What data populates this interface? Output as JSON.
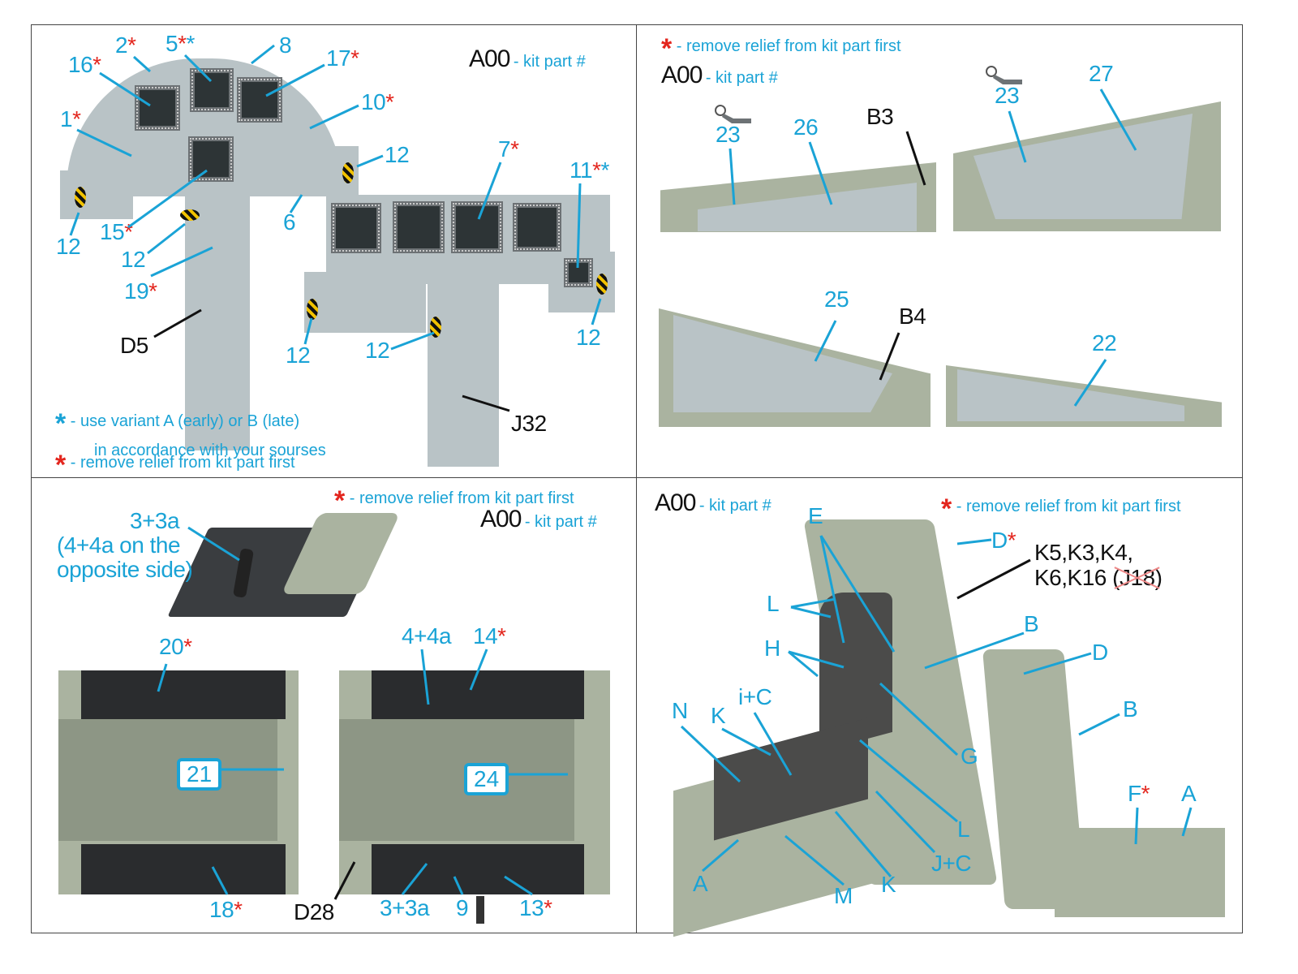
{
  "legend": {
    "kit_code": "A00",
    "kit_desc": "- kit part #",
    "red_star_note": "- remove relief from kit part first",
    "blue_star_note_line1": "- use variant A (early) or B (late)",
    "blue_star_note_line2": "in accordance with your sourses",
    "star": "*"
  },
  "colors": {
    "callout": "#1aa3d6",
    "required_star": "#e3261e",
    "kit_part": "#111111",
    "frame": "#444444"
  },
  "panel_top_left": {
    "labels": [
      {
        "id": "2",
        "text": "2",
        "star": "red"
      },
      {
        "id": "5",
        "text": "5",
        "star": "red+blue"
      },
      {
        "id": "8",
        "text": "8",
        "star": ""
      },
      {
        "id": "16",
        "text": "16",
        "star": "red"
      },
      {
        "id": "17",
        "text": "17",
        "star": "red"
      },
      {
        "id": "10",
        "text": "10",
        "star": "red"
      },
      {
        "id": "1",
        "text": "1",
        "star": "red"
      },
      {
        "id": "12a",
        "text": "12",
        "star": ""
      },
      {
        "id": "12b",
        "text": "12",
        "star": ""
      },
      {
        "id": "12c",
        "text": "12",
        "star": ""
      },
      {
        "id": "15",
        "text": "15",
        "star": "red"
      },
      {
        "id": "6",
        "text": "6",
        "star": ""
      },
      {
        "id": "19",
        "text": "19",
        "star": "red"
      },
      {
        "id": "7",
        "text": "7",
        "star": "red"
      },
      {
        "id": "11",
        "text": "11",
        "star": "red+blue"
      },
      {
        "id": "12d",
        "text": "12",
        "star": ""
      },
      {
        "id": "12e",
        "text": "12",
        "star": ""
      },
      {
        "id": "12f",
        "text": "12",
        "star": ""
      }
    ],
    "kit_parts": {
      "d5": "D5",
      "j32": "J32"
    }
  },
  "panel_top_right": {
    "labels": {
      "l23a": "23",
      "l26": "26",
      "l23b": "23",
      "l27": "27",
      "l25": "25",
      "l22": "22"
    },
    "kit_parts": {
      "b3": "B3",
      "b4": "B4"
    }
  },
  "panel_bottom_left": {
    "stick_label_1": "3+3a",
    "stick_label_2": "(4+4a on the",
    "stick_label_3": "opposite side)",
    "labels": {
      "l20": "20",
      "l44a": "4+4a",
      "l14": "14",
      "l21": "21",
      "l24": "24",
      "l18": "18",
      "l33a": "3+3a",
      "l9": "9",
      "l13": "13"
    },
    "kit_parts": {
      "d28": "D28"
    }
  },
  "panel_bottom_right": {
    "labels": {
      "e": "E",
      "d_star": "D",
      "l1": "L",
      "h": "H",
      "b1": "B",
      "d2": "D",
      "g": "G",
      "b2": "B",
      "n": "N",
      "k1": "K",
      "ic": "i+C",
      "l2": "L",
      "jc": "J+C",
      "k2": "K",
      "a1": "A",
      "m": "M",
      "f": "F",
      "a2": "A"
    },
    "kit_parts_line1": "K5,K3,K4,",
    "kit_parts_line2": "K6,K16",
    "kit_parts_struck": "(J18)"
  }
}
